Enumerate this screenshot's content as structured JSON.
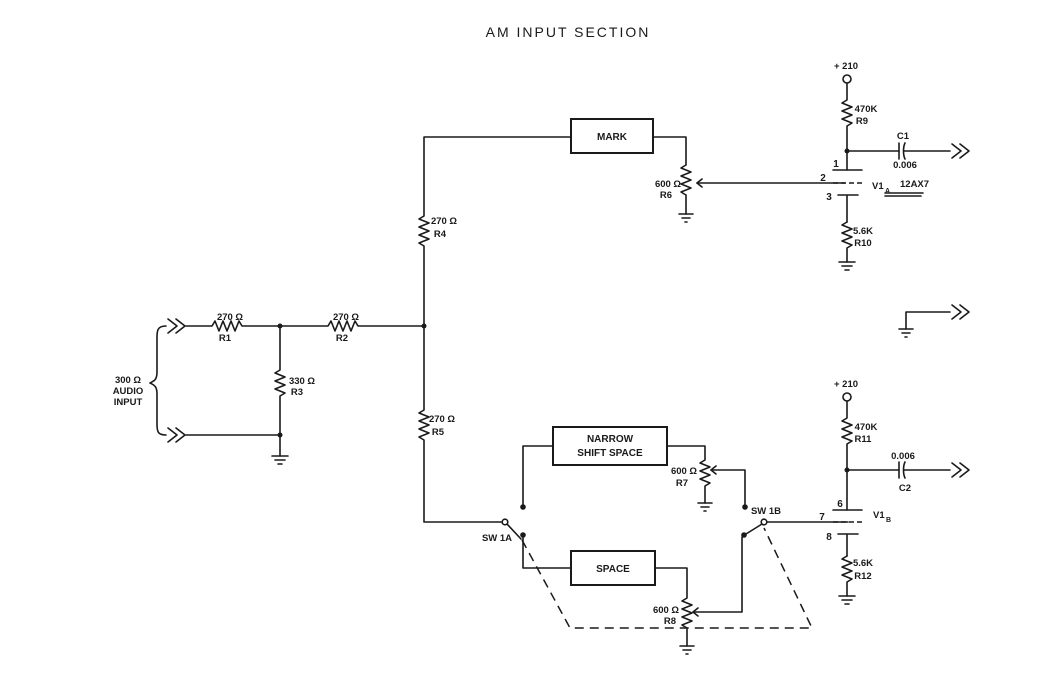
{
  "title": "AM   INPUT   SECTION",
  "audio_input": {
    "line1": "300 Ω",
    "line2": "AUDIO",
    "line3": "INPUT"
  },
  "resistors": {
    "r1": {
      "value": "270 Ω",
      "ref": "R1"
    },
    "r2": {
      "value": "270 Ω",
      "ref": "R2"
    },
    "r3": {
      "value": "330 Ω",
      "ref": "R3"
    },
    "r4": {
      "value": "270 Ω",
      "ref": "R4"
    },
    "r5": {
      "value": "270 Ω",
      "ref": "R5"
    },
    "r6": {
      "value": "600 Ω",
      "ref": "R6"
    },
    "r7": {
      "value": "600 Ω",
      "ref": "R7"
    },
    "r8": {
      "value": "600 Ω",
      "ref": "R8"
    },
    "r9": {
      "value": "470K",
      "ref": "R9"
    },
    "r10": {
      "value": "5.6K",
      "ref": "R10"
    },
    "r11": {
      "value": "470K",
      "ref": "R11"
    },
    "r12": {
      "value": "5.6K",
      "ref": "R12"
    }
  },
  "filters": {
    "mark": "MARK",
    "narrow_line1": "NARROW",
    "narrow_line2": "SHIFT SPACE",
    "space": "SPACE"
  },
  "switches": {
    "sw1a": "SW 1A",
    "sw1b": "SW 1B"
  },
  "supply": {
    "top": "+ 210",
    "bottom": "+ 210"
  },
  "capacitors": {
    "c1": {
      "value": "0.006",
      "ref": "C1"
    },
    "c2": {
      "value": "0.006",
      "ref": "C2"
    }
  },
  "tubes": {
    "v1a": "V1",
    "v1a_sub": "A",
    "v1a_type": "12AX7",
    "v1b": "V1",
    "v1b_sub": "B"
  },
  "pins": {
    "p1": "1",
    "p2": "2",
    "p3": "3",
    "p6": "6",
    "p7": "7",
    "p8": "8"
  }
}
